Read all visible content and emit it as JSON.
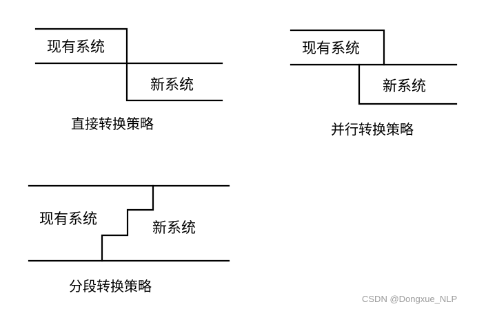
{
  "diagrams": [
    {
      "old_label": "现有系统",
      "new_label": "新系统",
      "caption": "直接转换策略"
    },
    {
      "old_label": "现有系统",
      "new_label": "新系统",
      "caption": "并行转换策略"
    },
    {
      "old_label": "现有系统",
      "new_label": "新系统",
      "caption": "分段转换策略"
    }
  ],
  "watermark": "CSDN @Dongxue_NLP"
}
